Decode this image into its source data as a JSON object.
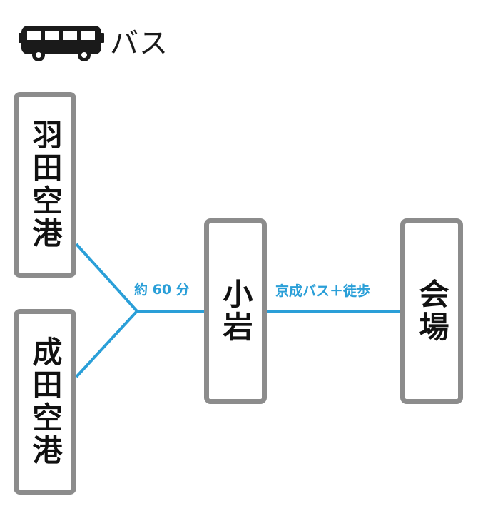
{
  "header": {
    "icon": "bus-icon",
    "title": "バス"
  },
  "nodes": {
    "haneda": "羽田空港",
    "narita": "成田空港",
    "koiwa": "小岩",
    "venue": "会場"
  },
  "edges": {
    "airports_to_koiwa": "約 60 分",
    "koiwa_to_venue": "京成バス＋徒歩"
  },
  "colors": {
    "line": "#2a9fd8",
    "box_border": "#8c8c8c",
    "text": "#1a1a1a"
  }
}
